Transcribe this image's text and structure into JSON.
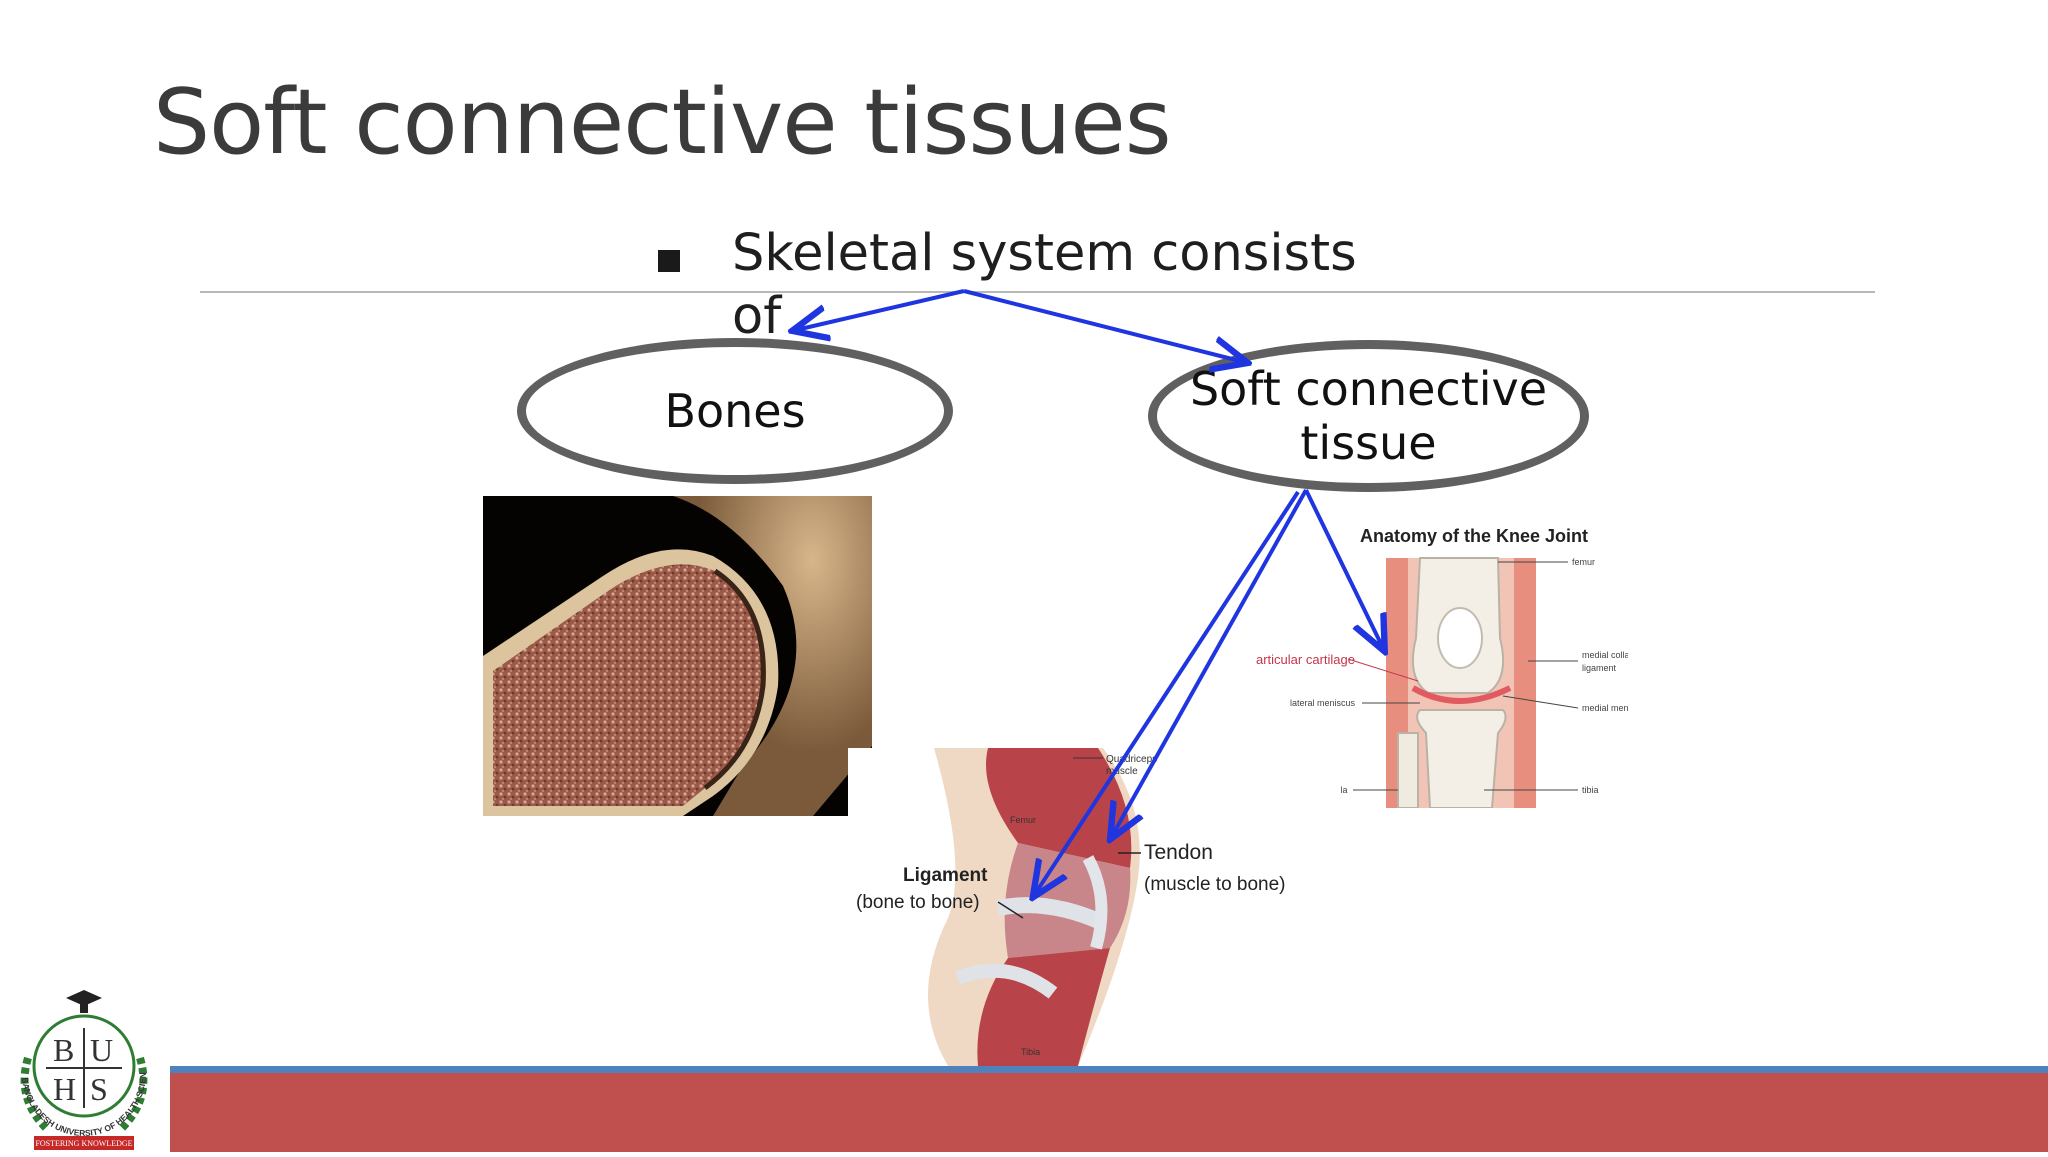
{
  "slide": {
    "title": "Soft connective tissues",
    "bullet": "Skeletal system consists of",
    "node_bones": "Bones",
    "node_soft_line1": "Soft connective",
    "node_soft_line2": "tissue"
  },
  "knee_diagram": {
    "title": "Anatomy of the Knee Joint",
    "labels": {
      "femur": "femur",
      "articular_cartilage": "articular cartilage",
      "medial_collateral": "medial collateral",
      "ligament": "ligament",
      "lateral_meniscus": "lateral meniscus",
      "medial_meniscus": "medial meniscus",
      "fibula": "fibula",
      "tibia": "tibia"
    }
  },
  "leg_diagram": {
    "ligament": "Ligament",
    "ligament_desc": "(bone to bone)",
    "tendon": "Tendon",
    "tendon_desc": "(muscle to bone)",
    "quadriceps": "Quadriceps",
    "muscle": "muscle",
    "femur": "Femur",
    "tibia": "Tibia"
  },
  "logo": {
    "letters": [
      "B",
      "U",
      "H",
      "S"
    ],
    "ring_text": "BANGLADESH UNIVERSITY OF HEALTH SCIENCES",
    "motto": "FOSTERING KNOWLEDGE"
  },
  "colors": {
    "arrow": "#1f35e0",
    "footer_red": "#c0504d",
    "footer_blue": "#4f81bd",
    "ellipse_border": "#606060"
  }
}
